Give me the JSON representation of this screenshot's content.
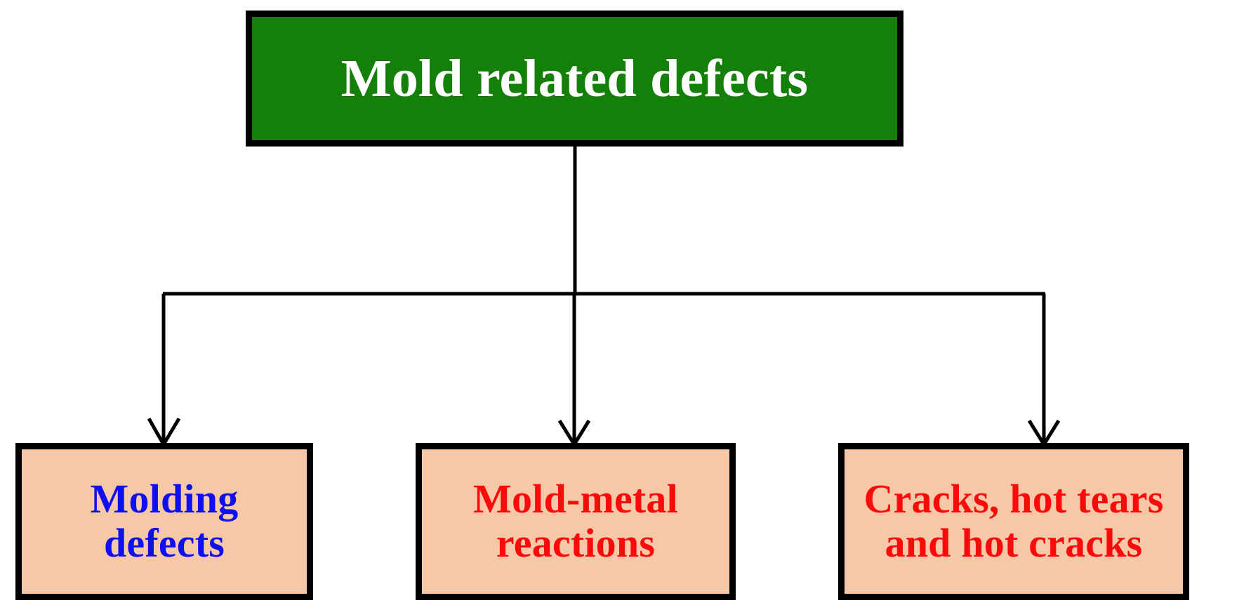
{
  "diagram": {
    "title_text": "Mold related defects",
    "type": "tree-hierarchy",
    "background_color": "#ffffff",
    "root": {
      "label": "Mold related defects",
      "fill_color": "#158009",
      "text_color": "#ffffff",
      "border_color": "#000000"
    },
    "children": [
      {
        "label": "Molding\ndefects",
        "fill_color": "#F6C8A7",
        "text_color": "#1010EE",
        "border_color": "#000000"
      },
      {
        "label": "Mold-metal\nreactions",
        "fill_color": "#F6C8A7",
        "text_color": "#FA0A0A",
        "border_color": "#000000"
      },
      {
        "label": "Cracks, hot tears\nand hot cracks",
        "fill_color": "#F6C8A7",
        "text_color": "#FA0A0A",
        "border_color": "#000000"
      }
    ],
    "connector": {
      "style": "orthogonal-with-open-arrowheads",
      "line_color": "#000000",
      "arrow_count": 3
    }
  }
}
